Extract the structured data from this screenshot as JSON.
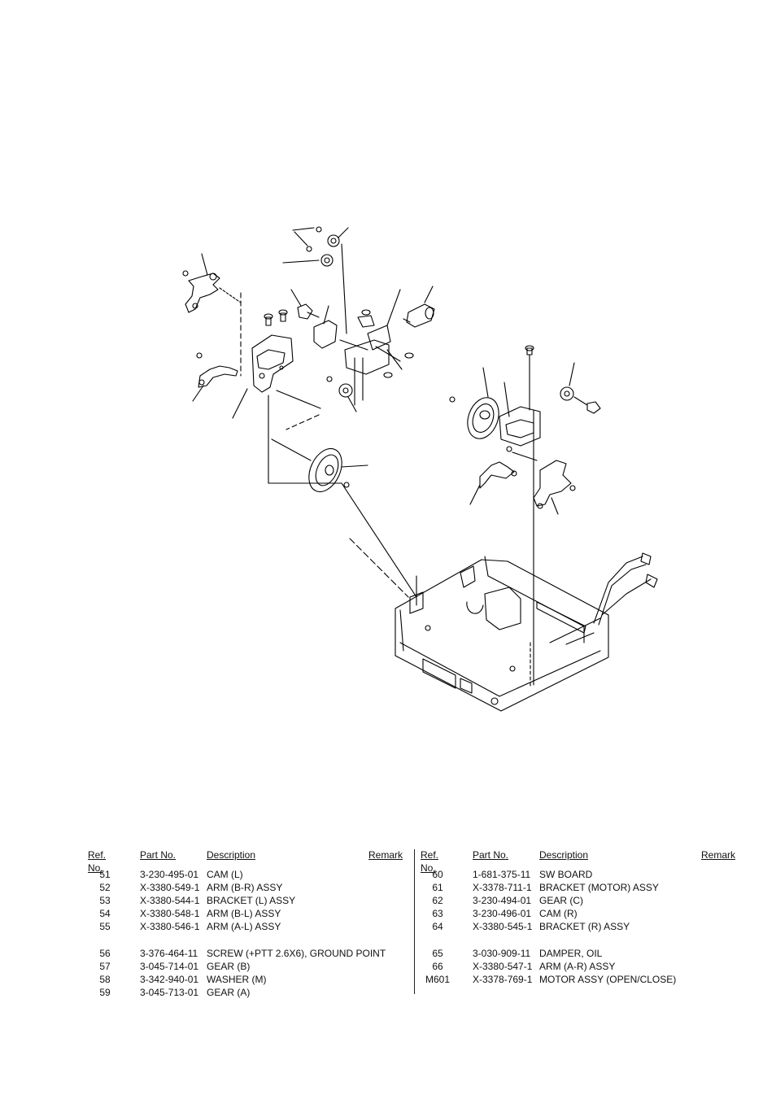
{
  "columns": {
    "ref": "Ref. No.",
    "part": "Part No.",
    "desc": "Description",
    "remark": "Remark"
  },
  "left_rows": [
    {
      "ref": "51",
      "part": "3-230-495-01",
      "desc": "CAM (L)"
    },
    {
      "ref": "52",
      "part": "X-3380-549-1",
      "desc": "ARM (B-R) ASSY"
    },
    {
      "ref": "53",
      "part": "X-3380-544-1",
      "desc": "BRACKET (L) ASSY"
    },
    {
      "ref": "54",
      "part": "X-3380-548-1",
      "desc": "ARM (B-L) ASSY"
    },
    {
      "ref": "55",
      "part": "X-3380-546-1",
      "desc": "ARM (A-L) ASSY"
    },
    {
      "ref": "56",
      "part": "3-376-464-11",
      "desc": "SCREW (+PTT 2.6X6), GROUND POINT"
    },
    {
      "ref": "57",
      "part": "3-045-714-01",
      "desc": "GEAR (B)"
    },
    {
      "ref": "58",
      "part": "3-342-940-01",
      "desc": "WASHER (M)"
    },
    {
      "ref": "59",
      "part": "3-045-713-01",
      "desc": "GEAR (A)"
    }
  ],
  "right_rows": [
    {
      "ref": "60",
      "part": "1-681-375-11",
      "desc": "SW BOARD"
    },
    {
      "ref": "61",
      "part": "X-3378-711-1",
      "desc": "BRACKET (MOTOR) ASSY"
    },
    {
      "ref": "62",
      "part": "3-230-494-01",
      "desc": "GEAR (C)"
    },
    {
      "ref": "63",
      "part": "3-230-496-01",
      "desc": "CAM (R)"
    },
    {
      "ref": "64",
      "part": "X-3380-545-1",
      "desc": "BRACKET (R) ASSY"
    },
    {
      "ref": "65",
      "part": "3-030-909-11",
      "desc": "DAMPER, OIL"
    },
    {
      "ref": "66",
      "part": "X-3380-547-1",
      "desc": "ARM (A-R) ASSY"
    },
    {
      "ref": "M601",
      "part": "X-3378-769-1",
      "desc": "MOTOR ASSY (OPEN/CLOSE)"
    }
  ]
}
